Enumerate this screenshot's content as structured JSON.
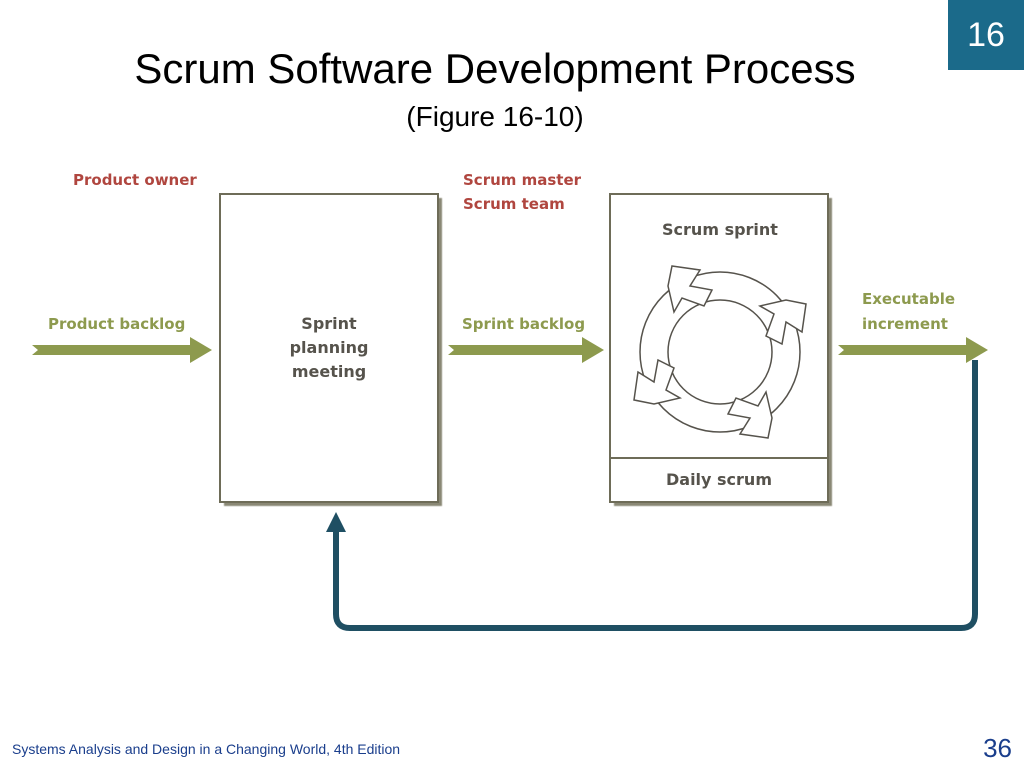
{
  "slide": {
    "chapter": "16",
    "title": "Scrum Software Development Process",
    "subtitle": "(Figure 16-10)",
    "footer": "Systems Analysis and Design in a Changing World, 4th Edition",
    "page_number": "36"
  },
  "diagram": {
    "roles": {
      "product_owner": "Product owner",
      "scrum_master": "Scrum master",
      "scrum_team": "Scrum team"
    },
    "flows": {
      "product_backlog": "Product backlog",
      "sprint_backlog": "Sprint backlog",
      "executable_increment_line1": "Executable",
      "executable_increment_line2": "increment"
    },
    "planning_box": {
      "line1": "Sprint",
      "line2": "planning",
      "line3": "meeting"
    },
    "sprint_box": {
      "title": "Scrum sprint",
      "footer": "Daily scrum"
    },
    "colors": {
      "role_text": "#b0463f",
      "flow_green": "#8d9a4e",
      "box_border": "#6e6c58",
      "feedback_loop": "#1f4f63",
      "accent_blue": "#1b6a8a"
    }
  }
}
